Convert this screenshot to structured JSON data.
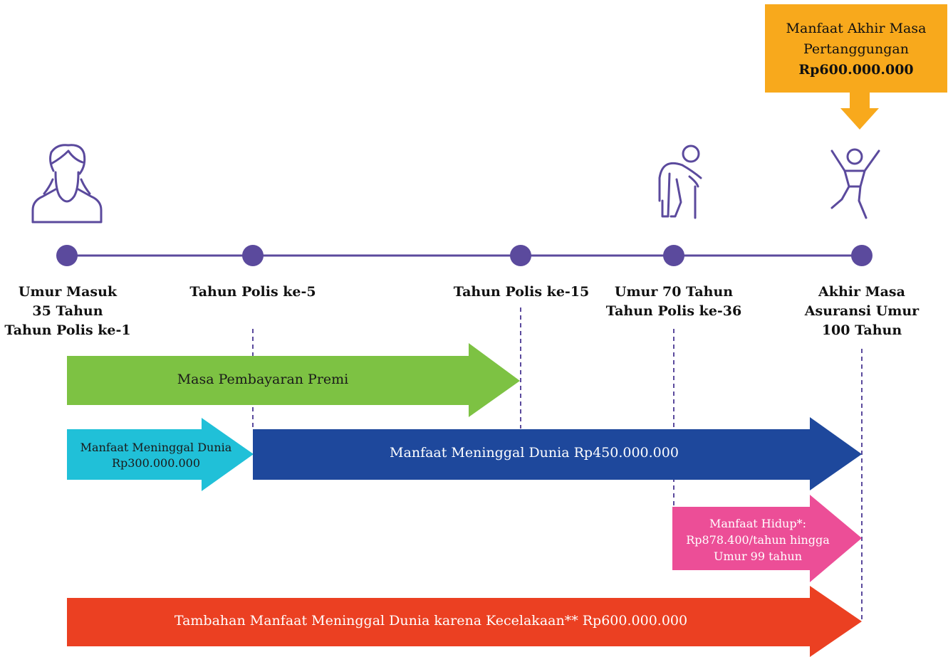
{
  "callout": {
    "line1": "Manfaat Akhir Masa",
    "line2": "Pertanggungan",
    "amount": "Rp600.000.000"
  },
  "milestones": [
    {
      "lines": [
        "Umur Masuk",
        "35 Tahun",
        "Tahun Polis ke-1"
      ]
    },
    {
      "lines": [
        "Tahun Polis ke-5"
      ]
    },
    {
      "lines": [
        "Tahun Polis ke-15"
      ]
    },
    {
      "lines": [
        "Umur 70 Tahun",
        "Tahun Polis ke-36"
      ]
    },
    {
      "lines": [
        "Akhir Masa",
        "Asuransi Umur",
        "100 Tahun"
      ]
    }
  ],
  "arrows": {
    "premium": {
      "label": "Masa Pembayaran Premi",
      "color": "#7dc243"
    },
    "death_benefit_early": {
      "lines": [
        "Manfaat Meninggal Dunia",
        "Rp300.000.000"
      ],
      "color": "#20c0d8"
    },
    "death_benefit": {
      "label": "Manfaat Meninggal Dunia Rp450.000.000",
      "color": "#1e489c"
    },
    "living_benefit": {
      "lines": [
        "Manfaat Hidup*:",
        "Rp878.400/tahun hingga",
        "Umur 99 tahun"
      ],
      "color": "#ec4e97"
    },
    "accident_benefit": {
      "label": "Tambahan Manfaat Meninggal Dunia karena Kecelakaan** Rp600.000.000",
      "color": "#eb4022"
    }
  },
  "colors": {
    "timeline": "#5b4a9d",
    "icons": "#5b4a9d",
    "callout": "#f8a91c"
  },
  "icons": [
    "person-icon",
    "elderly-person-icon",
    "celebrating-person-icon"
  ]
}
